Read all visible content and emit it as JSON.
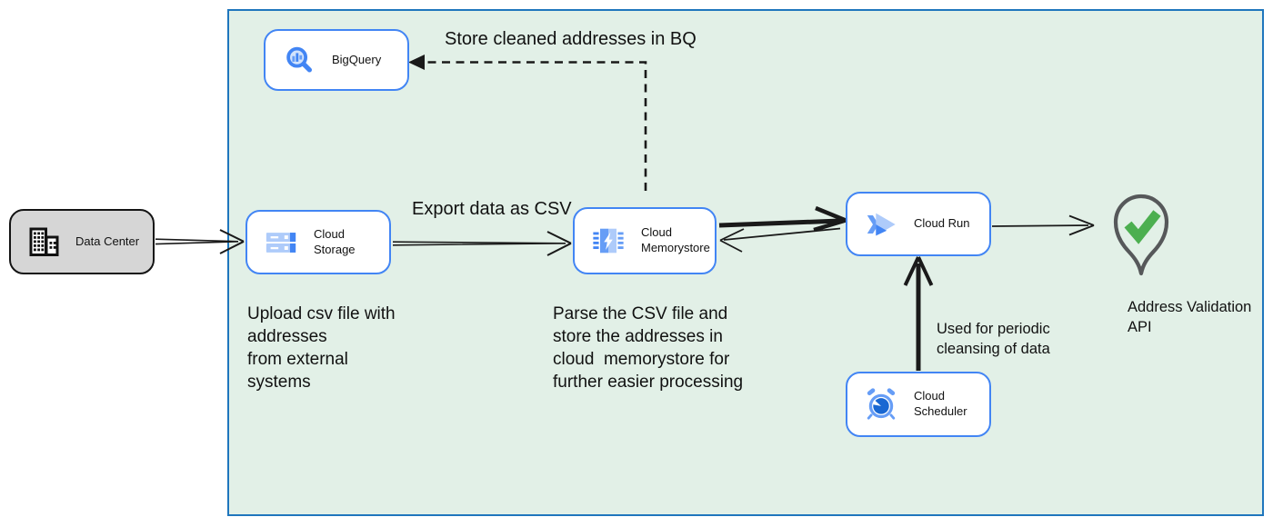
{
  "nodes": {
    "data_center": {
      "label": "Data Center"
    },
    "bigquery": {
      "label": "BigQuery"
    },
    "cloud_storage": {
      "label": "Cloud Storage"
    },
    "cloud_memorystore": {
      "label": "Cloud\nMemorystore"
    },
    "cloud_run": {
      "label": "Cloud Run"
    },
    "cloud_scheduler": {
      "label": "Cloud Scheduler"
    },
    "address_validation": {
      "label": "Address Validation\nAPI"
    }
  },
  "annotations": {
    "store_bq": "Store cleaned addresses in BQ",
    "export_csv": "Export data as CSV",
    "upload_csv": "Upload csv file with\naddresses\nfrom external\nsystems",
    "parse_csv": "Parse the CSV file and\nstore the addresses in\ncloud  memorystore for\nfurther easier processing",
    "periodic": "Used for periodic\ncleansing of data"
  },
  "icons": {
    "data_center": "building-icon",
    "bigquery": "magnifier-barchart-icon",
    "cloud_storage": "storage-buckets-icon",
    "cloud_memorystore": "memory-chip-bolt-icon",
    "cloud_run": "run-chevrons-icon",
    "cloud_scheduler": "alarm-clock-icon",
    "address_validation": "location-pin-check-icon"
  },
  "colors": {
    "container_fill": "#e2f0e7",
    "container_border": "#1f76bd",
    "node_border": "#4285f4",
    "node_fill": "#ffffff",
    "external_node_fill": "#d6d6d6",
    "external_node_border": "#141414",
    "google_blue": "#4285f4",
    "medium_blue": "#669df6",
    "light_blue": "#aecbfa",
    "pale_blue": "#d2e3fc",
    "scheduler_dark_blue": "#1967d2",
    "check_green": "#4caf50",
    "pin_gray": "#56585a",
    "arrow_black": "#1a1a1a"
  }
}
